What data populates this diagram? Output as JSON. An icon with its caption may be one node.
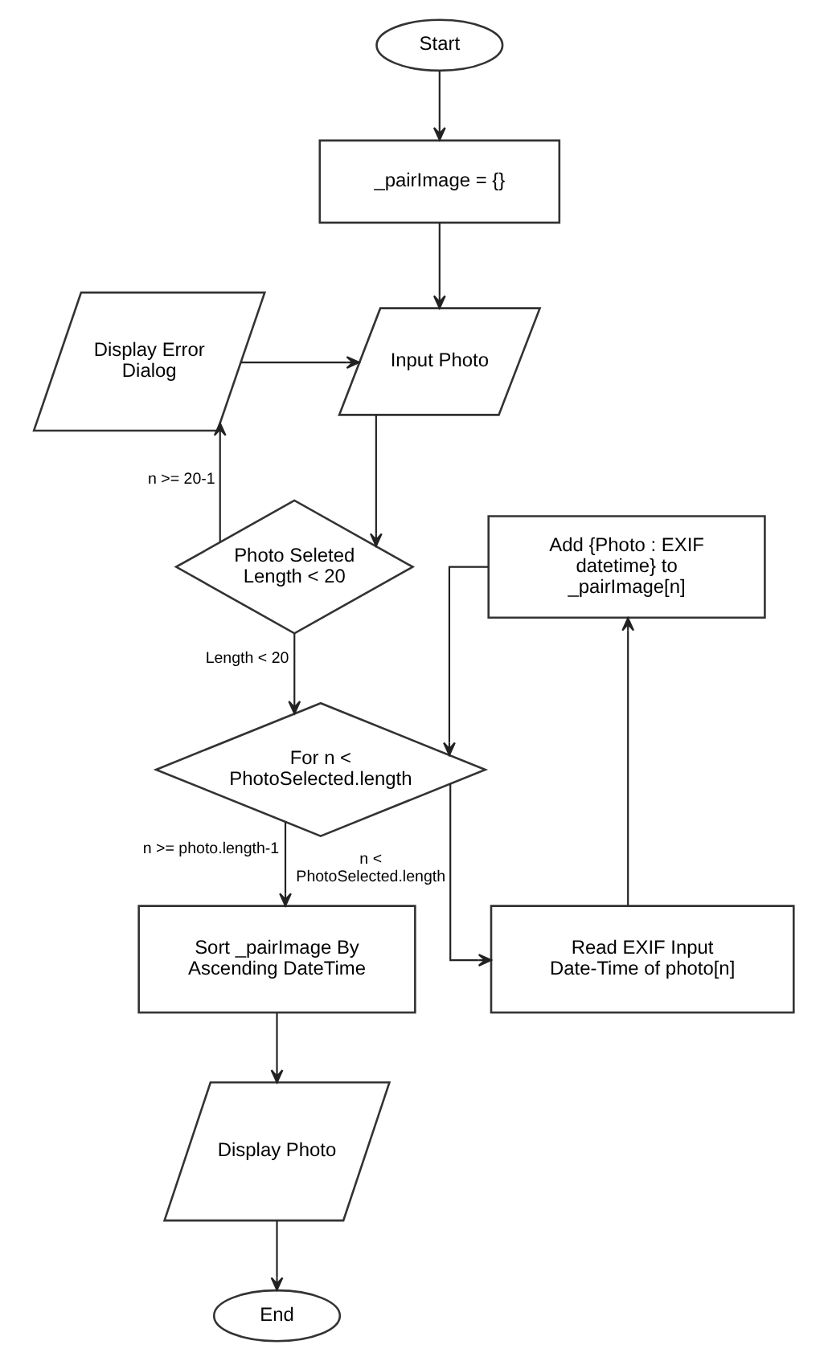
{
  "diagram": {
    "nodes": [
      {
        "text": [
          "Start"
        ]
      },
      {
        "text": [
          "_pairImage = {}"
        ]
      },
      {
        "text": [
          "Input Photo"
        ]
      },
      {
        "text": [
          "Display Error Dialog"
        ]
      },
      {
        "text": [
          "Photo Seleted Length < 20"
        ]
      },
      {
        "text": [
          "Add {Photo : EXIF datetime} to _pairImage[n]"
        ]
      },
      {
        "text": [
          "For n < PhotoSelected.length"
        ]
      },
      {
        "text": [
          "Read EXIF Input Date-Time of photo[n]"
        ]
      },
      {
        "text": [
          "Sort _pairImage By Ascending DateTime"
        ]
      },
      {
        "text": [
          "Display Photo"
        ]
      },
      {
        "text": [
          "End"
        ]
      }
    ],
    "edges": [
      {
        "from": 0,
        "to": 1,
        "arrow": "to"
      },
      {
        "from": 1,
        "to": 2,
        "arrow": "to"
      },
      {
        "from": 3,
        "to": 2,
        "arrow": "to"
      },
      {
        "from": 2,
        "to": 4,
        "arrow": "to"
      },
      {
        "from": 4,
        "to": 3,
        "arrow": "to",
        "label": "n >= 20-1"
      },
      {
        "from": 4,
        "to": 6,
        "arrow": "to",
        "label": "Length < 20"
      },
      {
        "from": 5,
        "to": 6,
        "arrow": "to"
      },
      {
        "from": 6,
        "to": 7,
        "arrow": "to",
        "label": "n < PhotoSelected.length"
      },
      {
        "from": 7,
        "to": 5,
        "arrow": "to"
      },
      {
        "from": 6,
        "to": 8,
        "arrow": "to",
        "label": "n >= photo.length-1"
      },
      {
        "from": 8,
        "to": 9,
        "arrow": "to"
      },
      {
        "from": 9,
        "to": 10,
        "arrow": "to"
      }
    ]
  }
}
